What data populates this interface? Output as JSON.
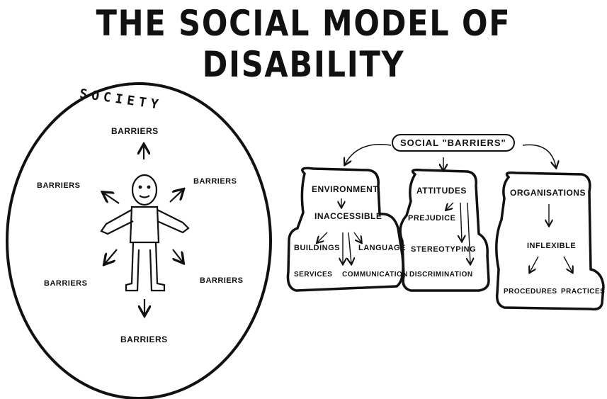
{
  "title": "THE SOCIAL MODEL OF DISABILITY",
  "society": {
    "label": "SOCIETY",
    "barrier_labels": [
      "BARRIERS",
      "BARRIERS",
      "BARRIERS",
      "BARRIERS",
      "BARRIERS",
      "BARRIERS"
    ]
  },
  "social_barriers": {
    "root": "SOCIAL \"BARRIERS\"",
    "groups": [
      {
        "head": "ENVIRONMENT",
        "mid": "INACCESSIBLE",
        "items": [
          "BUILDINGS",
          "LANGUAGE",
          "SERVICES",
          "COMMUNICATION"
        ]
      },
      {
        "head": "ATTITUDES",
        "items": [
          "PREJUDICE",
          "STEREOTYPING",
          "DISCRIMINATION"
        ]
      },
      {
        "head": "ORGANISATIONS",
        "mid": "INFLEXIBLE",
        "items": [
          "PROCEDURES",
          "PRACTICES"
        ]
      }
    ]
  }
}
